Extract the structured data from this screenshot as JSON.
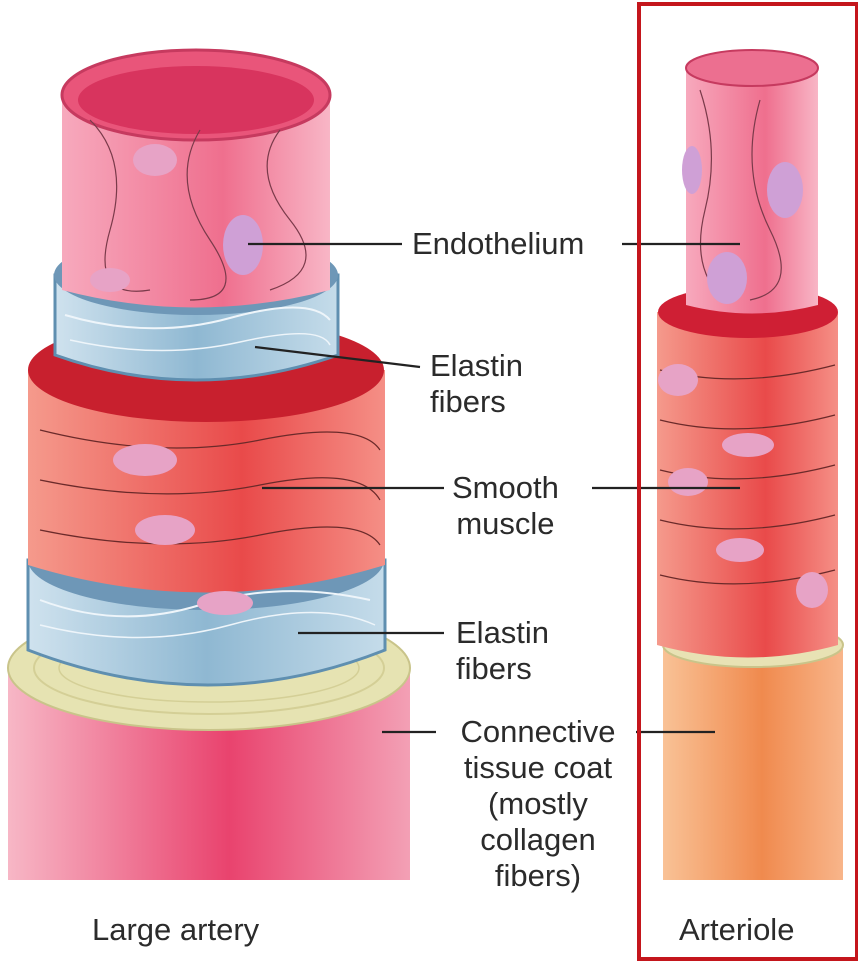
{
  "labels": {
    "endothelium": "Endothelium",
    "elastin_1_line1": "Elastin",
    "elastin_1_line2": "fibers",
    "smooth_muscle_line1": "Smooth",
    "smooth_muscle_line2": "muscle",
    "elastin_2_line1": "Elastin",
    "elastin_2_line2": "fibers",
    "connective_line1": "Connective",
    "connective_line2": "tissue coat",
    "connective_line3": "(mostly",
    "connective_line4": "collagen",
    "connective_line5": "fibers)"
  },
  "captions": {
    "large_artery": "Large artery",
    "arteriole": "Arteriole"
  },
  "colors": {
    "highlight_frame": "#c4161c",
    "endothelium": "#ef8aa6",
    "elastin": "#a9c9dd",
    "smooth_muscle": "#ee6a62",
    "connective": "#f0a070",
    "outer_coat": "#ea5a7c",
    "collagen_ring": "#e8e6b8"
  }
}
